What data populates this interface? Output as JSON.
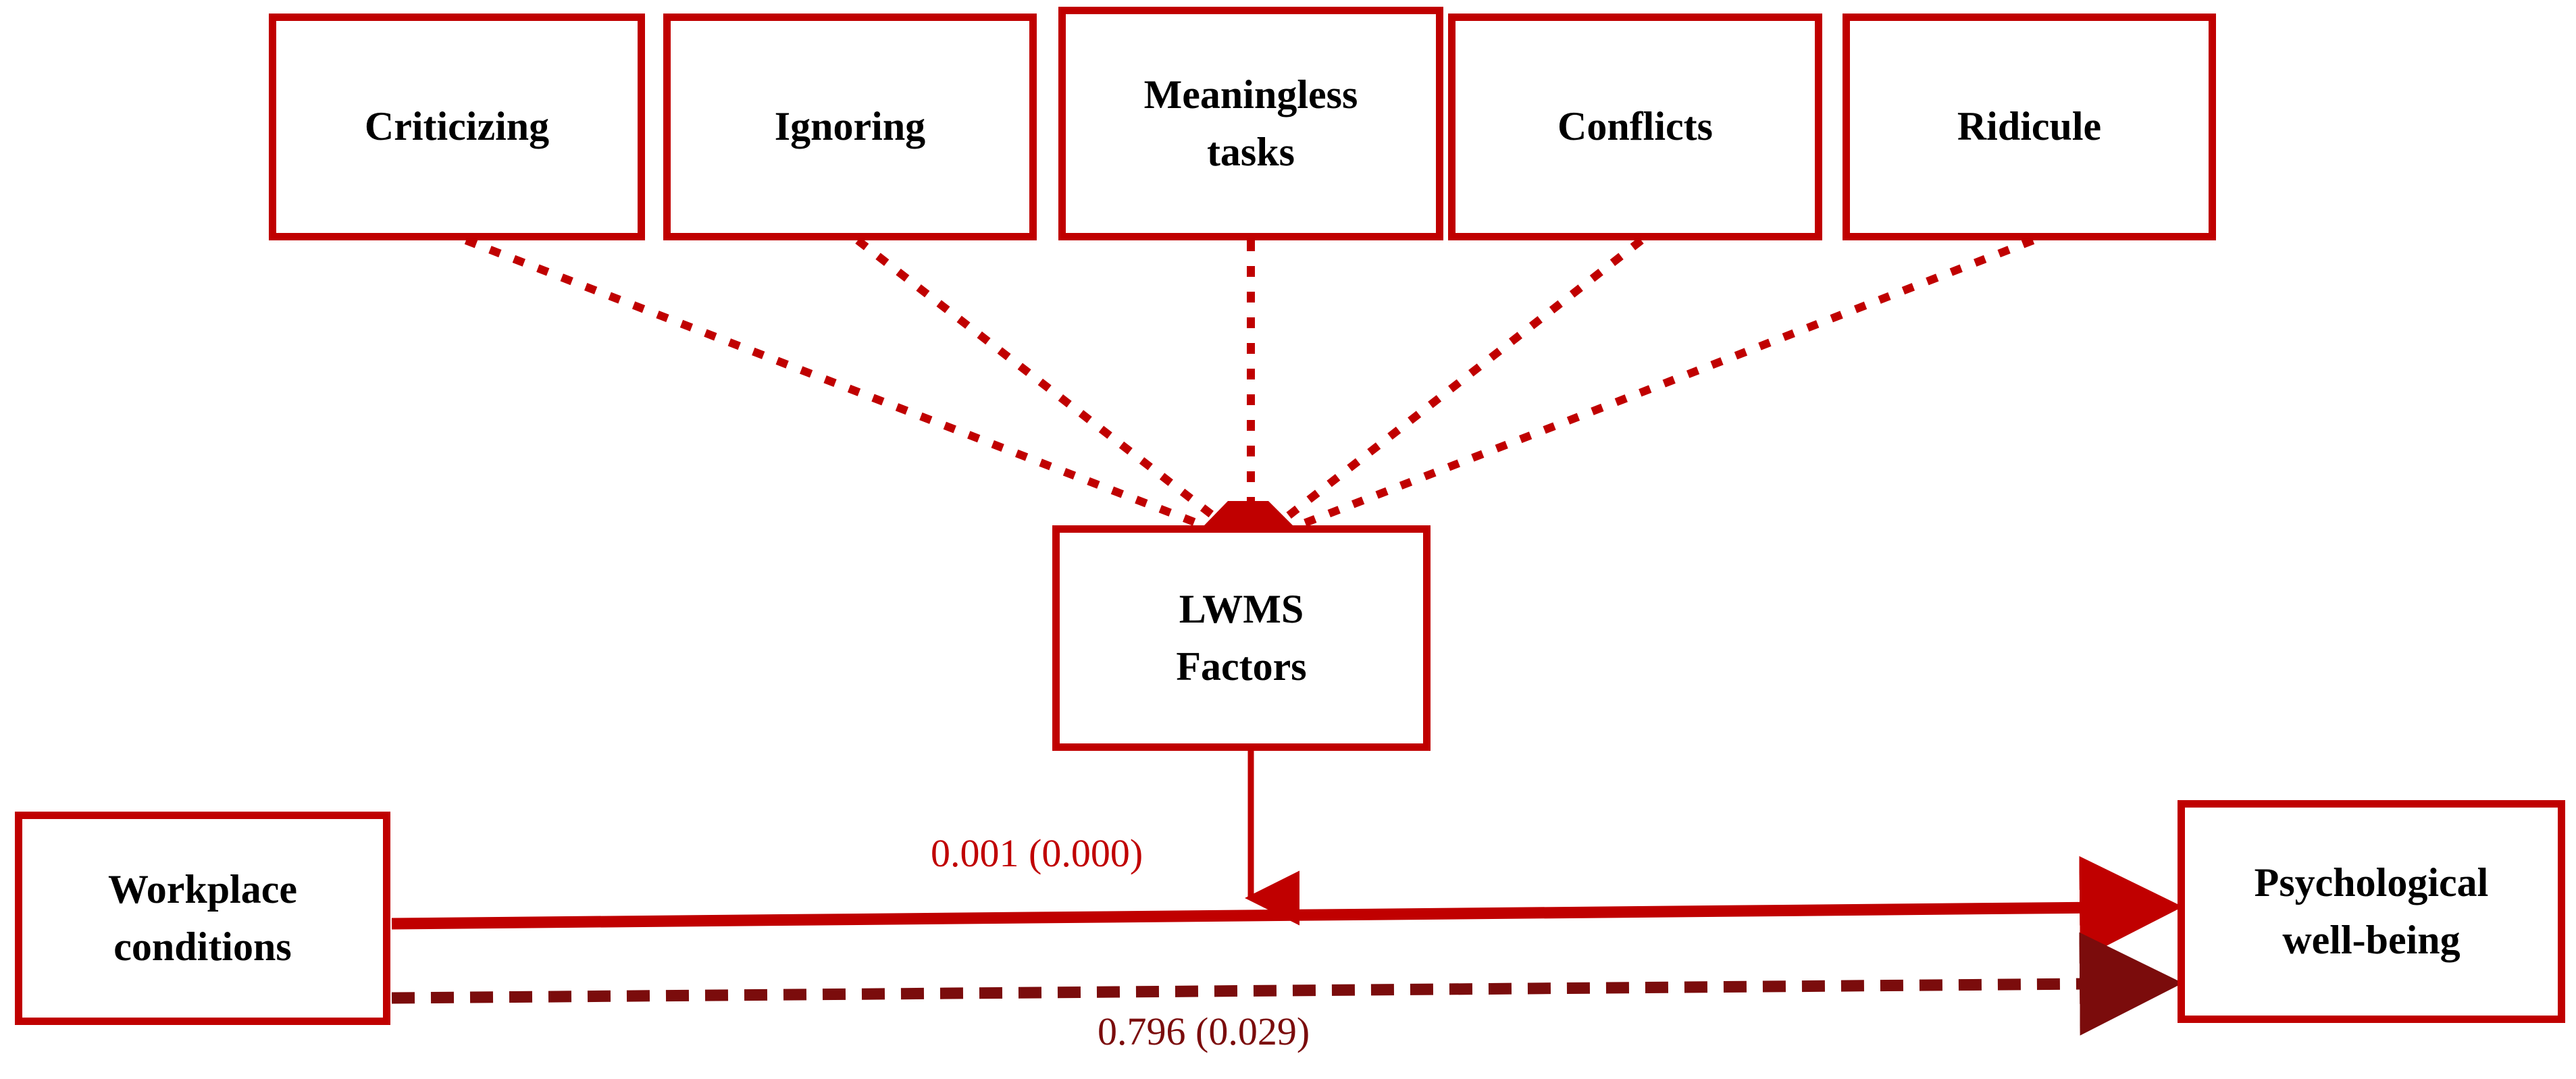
{
  "diagram": {
    "title": "LWMS path diagram",
    "colors": {
      "primary_red": "#C00000",
      "dark_red": "#7B0C0C",
      "text_black": "#000000",
      "background": "#FFFFFF"
    },
    "indicators": [
      {
        "id": "criticizing",
        "label": "Criticizing"
      },
      {
        "id": "ignoring",
        "label": "Ignoring"
      },
      {
        "id": "meaningless-tasks",
        "label": "Meaningless\ntasks"
      },
      {
        "id": "conflicts",
        "label": "Conflicts"
      },
      {
        "id": "ridicule",
        "label": "Ridicule"
      }
    ],
    "latent": {
      "id": "lwms-factors",
      "label": "LWMS\nFactors"
    },
    "predictor": {
      "id": "workplace-conditions",
      "label": "Workplace\nconditions"
    },
    "outcome": {
      "id": "psychological-well-being",
      "label": "Psychological\nwell-being"
    },
    "paths": [
      {
        "id": "lwms-to-wellbeing",
        "coefficient": "0.001",
        "std_error": "(0.000)",
        "label": "0.001 (0.000)",
        "style": "solid-vertical",
        "color": "#C00000"
      },
      {
        "id": "workplace-to-wellbeing-direct",
        "coefficient": "0.796",
        "std_error": "(0.029)",
        "label": "0.796 (0.029)",
        "style": "dashed-horizontal",
        "color": "#7B0C0C"
      }
    ],
    "edges": [
      {
        "from": "criticizing",
        "to": "lwms-factors",
        "style": "dotted"
      },
      {
        "from": "ignoring",
        "to": "lwms-factors",
        "style": "dotted"
      },
      {
        "from": "meaningless-tasks",
        "to": "lwms-factors",
        "style": "dotted"
      },
      {
        "from": "conflicts",
        "to": "lwms-factors",
        "style": "dotted"
      },
      {
        "from": "ridicule",
        "to": "lwms-factors",
        "style": "dotted"
      },
      {
        "from": "workplace-conditions",
        "to": "psychological-well-being",
        "style": "solid"
      },
      {
        "from": "workplace-conditions",
        "to": "psychological-well-being",
        "style": "dashed"
      }
    ]
  }
}
